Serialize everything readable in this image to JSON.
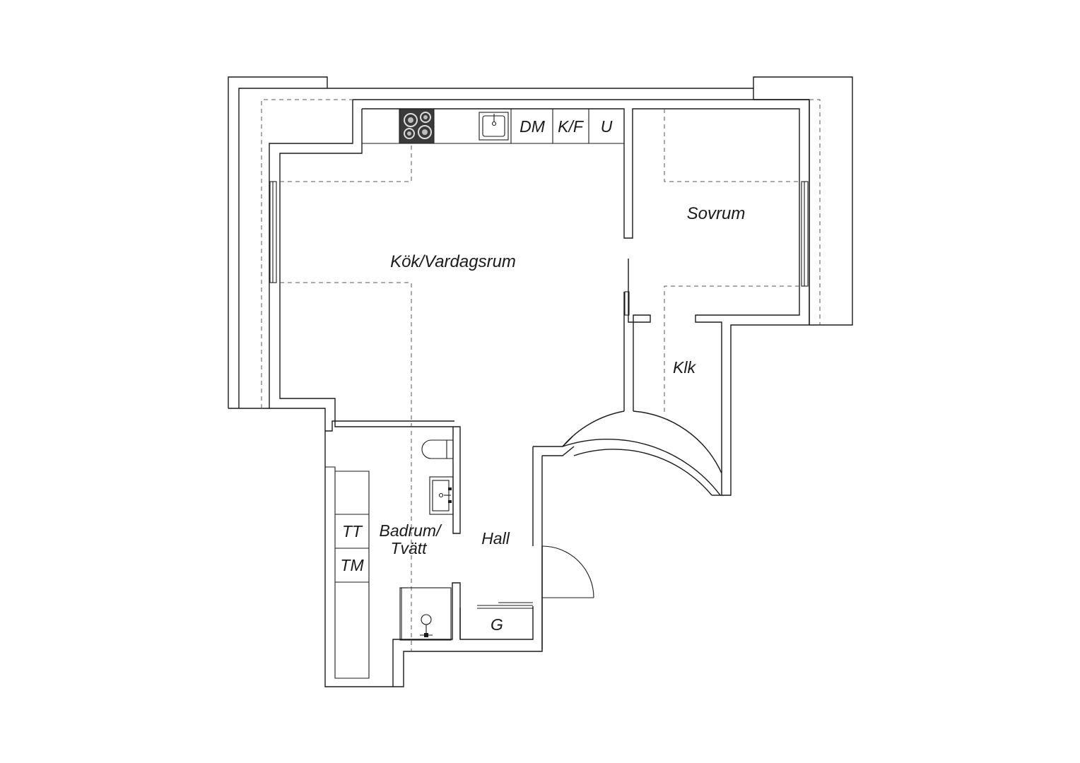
{
  "rooms": {
    "kitchen_living": "Kök/Vardagsrum",
    "bedroom": "Sovrum",
    "walk_in_closet": "Klk",
    "bathroom_line1": "Badrum/",
    "bathroom_line2": "Tvätt",
    "hall": "Hall"
  },
  "appliances": {
    "dishwasher": "DM",
    "fridge_freezer": "K/F",
    "oven": "U",
    "tumble_dryer": "TT",
    "washing_machine": "TM",
    "wardrobe": "G"
  },
  "colors": {
    "line": "#1a1a1a",
    "dashed": "#555555",
    "stove": "#3a3a3a",
    "background": "#ffffff"
  }
}
